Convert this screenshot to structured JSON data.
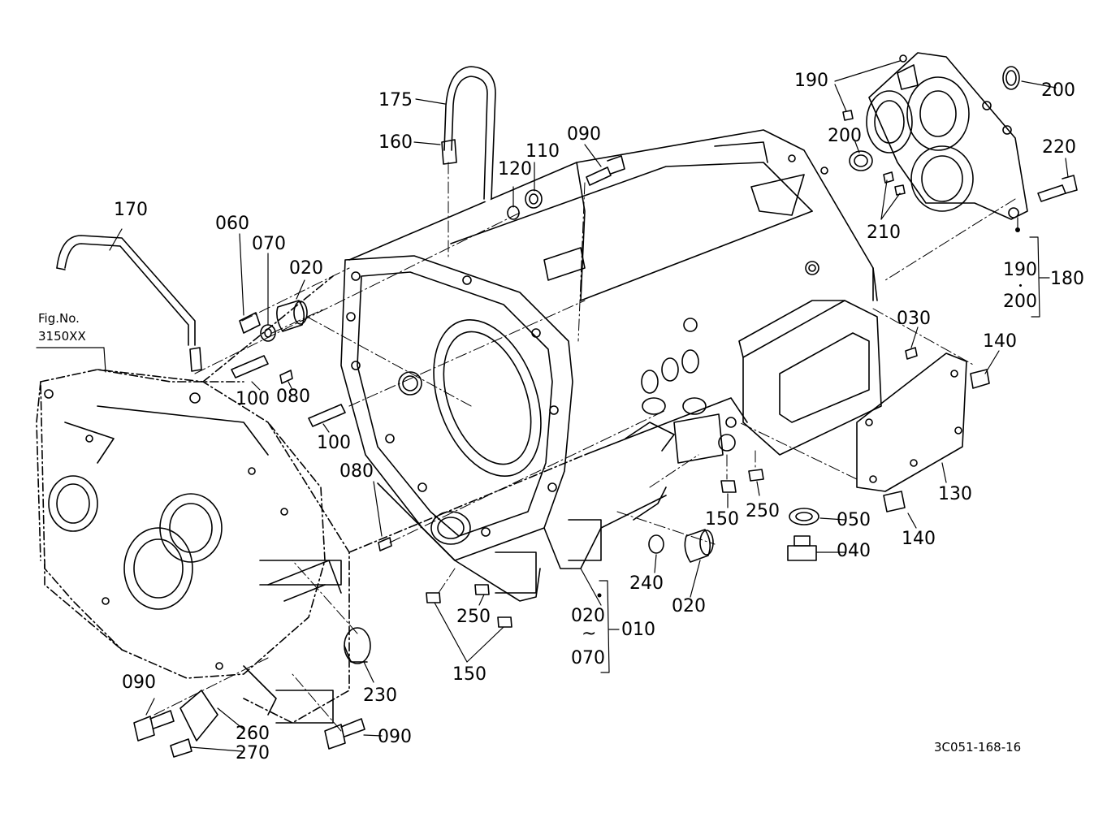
{
  "figure_ref": {
    "line1": "Fig.No.",
    "line2": "3150XX"
  },
  "drawing_code": "3C051-168-16",
  "range": {
    "from": "020",
    "tilde": "~",
    "to": "070",
    "assembly": "010"
  },
  "assembly_180": {
    "a": "190",
    "dot": "・",
    "b": "200",
    "id": "180"
  },
  "callouts": {
    "c175": "175",
    "c160": "160",
    "c170": "170",
    "c120": "120",
    "c110": "110",
    "c090_top": "090",
    "c190_top": "190",
    "c200_top": "200",
    "c200_mid": "200",
    "c220": "220",
    "c210": "210",
    "c060": "060",
    "c070": "070",
    "c020_top": "020",
    "c100_a": "100",
    "c080_a": "080",
    "c100_b": "100",
    "c080_b": "080",
    "c030": "030",
    "c140_a": "140",
    "c140_b": "140",
    "c130": "130",
    "c150_a": "150",
    "c250_a": "250",
    "c050": "050",
    "c040": "040",
    "c240": "240",
    "c020_b": "020",
    "c250_b": "250",
    "c150_b": "150",
    "c230": "230",
    "c090_a": "090",
    "c260": "260",
    "c270": "270",
    "c090_b": "090"
  }
}
